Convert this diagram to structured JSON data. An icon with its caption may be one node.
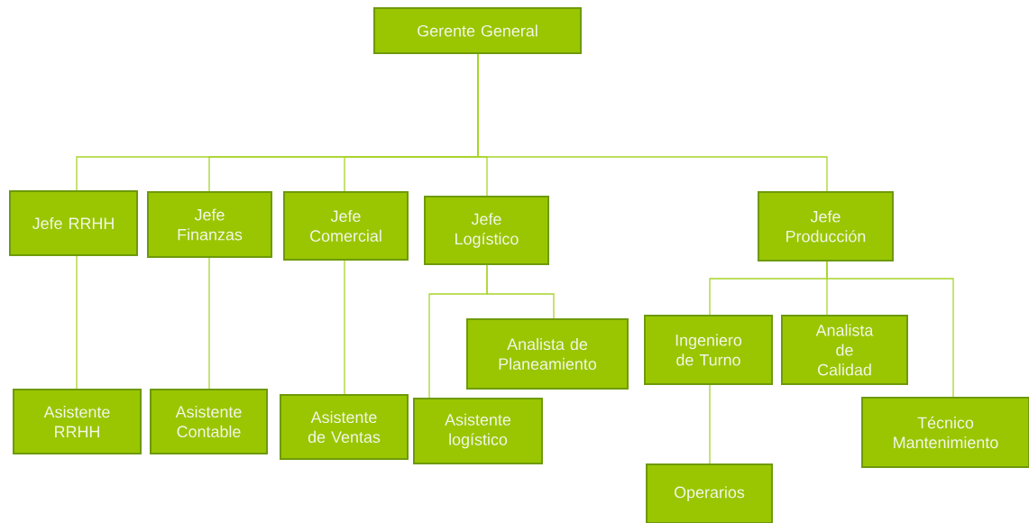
{
  "diagram": {
    "nodes": [
      {
        "text": [
          "Gerente General"
        ]
      },
      {
        "text": [
          "Jefe RRHH"
        ]
      },
      {
        "text": [
          "Jefe Finanzas"
        ]
      },
      {
        "text": [
          "Jefe Comercial"
        ]
      },
      {
        "text": [
          "Jefe Logístico"
        ]
      },
      {
        "text": [
          "Jefe Producción"
        ]
      },
      {
        "text": [
          "Analista de Planeamiento"
        ]
      },
      {
        "text": [
          "Ingeniero de Turno"
        ]
      },
      {
        "text": [
          "Analista de Calidad"
        ]
      },
      {
        "text": [
          "Asistente RRHH"
        ]
      },
      {
        "text": [
          "Asistente Contable"
        ]
      },
      {
        "text": [
          "Asistente de Ventas"
        ]
      },
      {
        "text": [
          "Asistente logístico"
        ]
      },
      {
        "text": [
          "Técnico Mantenimiento"
        ]
      },
      {
        "text": [
          "Operarios"
        ]
      }
    ],
    "edges": [
      {
        "from": 0,
        "to": 1,
        "arrow": "none"
      },
      {
        "from": 0,
        "to": 2,
        "arrow": "none"
      },
      {
        "from": 0,
        "to": 3,
        "arrow": "none"
      },
      {
        "from": 0,
        "to": 4,
        "arrow": "none"
      },
      {
        "from": 0,
        "to": 5,
        "arrow": "none"
      },
      {
        "from": 1,
        "to": 9,
        "arrow": "none"
      },
      {
        "from": 2,
        "to": 10,
        "arrow": "none"
      },
      {
        "from": 3,
        "to": 11,
        "arrow": "none"
      },
      {
        "from": 4,
        "to": 12,
        "arrow": "none"
      },
      {
        "from": 4,
        "to": 6,
        "arrow": "none"
      },
      {
        "from": 5,
        "to": 7,
        "arrow": "none"
      },
      {
        "from": 5,
        "to": 8,
        "arrow": "none"
      },
      {
        "from": 5,
        "to": 13,
        "arrow": "none"
      },
      {
        "from": 7,
        "to": 14,
        "arrow": "none"
      }
    ]
  }
}
